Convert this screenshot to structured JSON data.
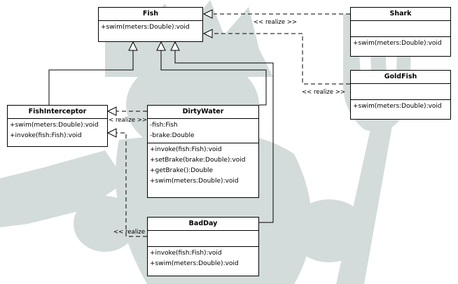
{
  "classes": {
    "fish": {
      "name": "Fish",
      "attributes": [],
      "operations": [
        "+swim(meters:Double):void"
      ]
    },
    "shark": {
      "name": "Shark",
      "attributes": [],
      "operations": [
        "+swim(meters:Double):void"
      ]
    },
    "goldfish": {
      "name": "GoldFish",
      "attributes": [],
      "operations": [
        "+swim(meters:Double):void"
      ]
    },
    "fishinterceptor": {
      "name": "FishInterceptor",
      "attributes": [],
      "operations": [
        "+swim(meters:Double):void",
        "+invoke(fish:Fish):void"
      ]
    },
    "dirtywater": {
      "name": "DirtyWater",
      "attributes": [
        "-fish:Fish",
        "-brake:Double"
      ],
      "operations": [
        "+invoke(fish:Fish):void",
        "+setBrake(brake:Double):void",
        "+getBrake():Double",
        "+swim(meters:Double):void"
      ]
    },
    "badday": {
      "name": "BadDay",
      "attributes": [],
      "operations": [
        "+invoke(fish:Fish):void",
        "+swim(meters:Double):void"
      ]
    }
  },
  "labels": {
    "realize_shark": "<< realize >>",
    "realize_goldfish": "<< realize >>",
    "realize_dirtywater": "<< realize >>",
    "realize_badday": "<< realize >>"
  },
  "colors": {
    "watermark": "#d3dcdb",
    "line": "#000000"
  }
}
